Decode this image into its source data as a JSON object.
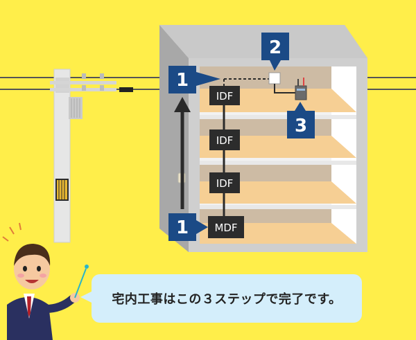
{
  "colors": {
    "background": "#FFEE4A",
    "building_frame": "#BFBFBF",
    "floor": "#F6CF94",
    "step_badge": "#1B4A86",
    "equipment_box": "#2C2C2C",
    "bubble": "#D4EEFB"
  },
  "boxes": {
    "idf_label": "IDF",
    "mdf_label": "MDF"
  },
  "steps": {
    "one": "1",
    "two": "2",
    "three": "3"
  },
  "caption": "宅内工事はこの３ステップで完了です。",
  "icons": [
    "utility-pole-icon",
    "building-icon",
    "presenter-man-icon",
    "pointer-stick-icon",
    "router-icon",
    "wall-outlet-icon"
  ]
}
